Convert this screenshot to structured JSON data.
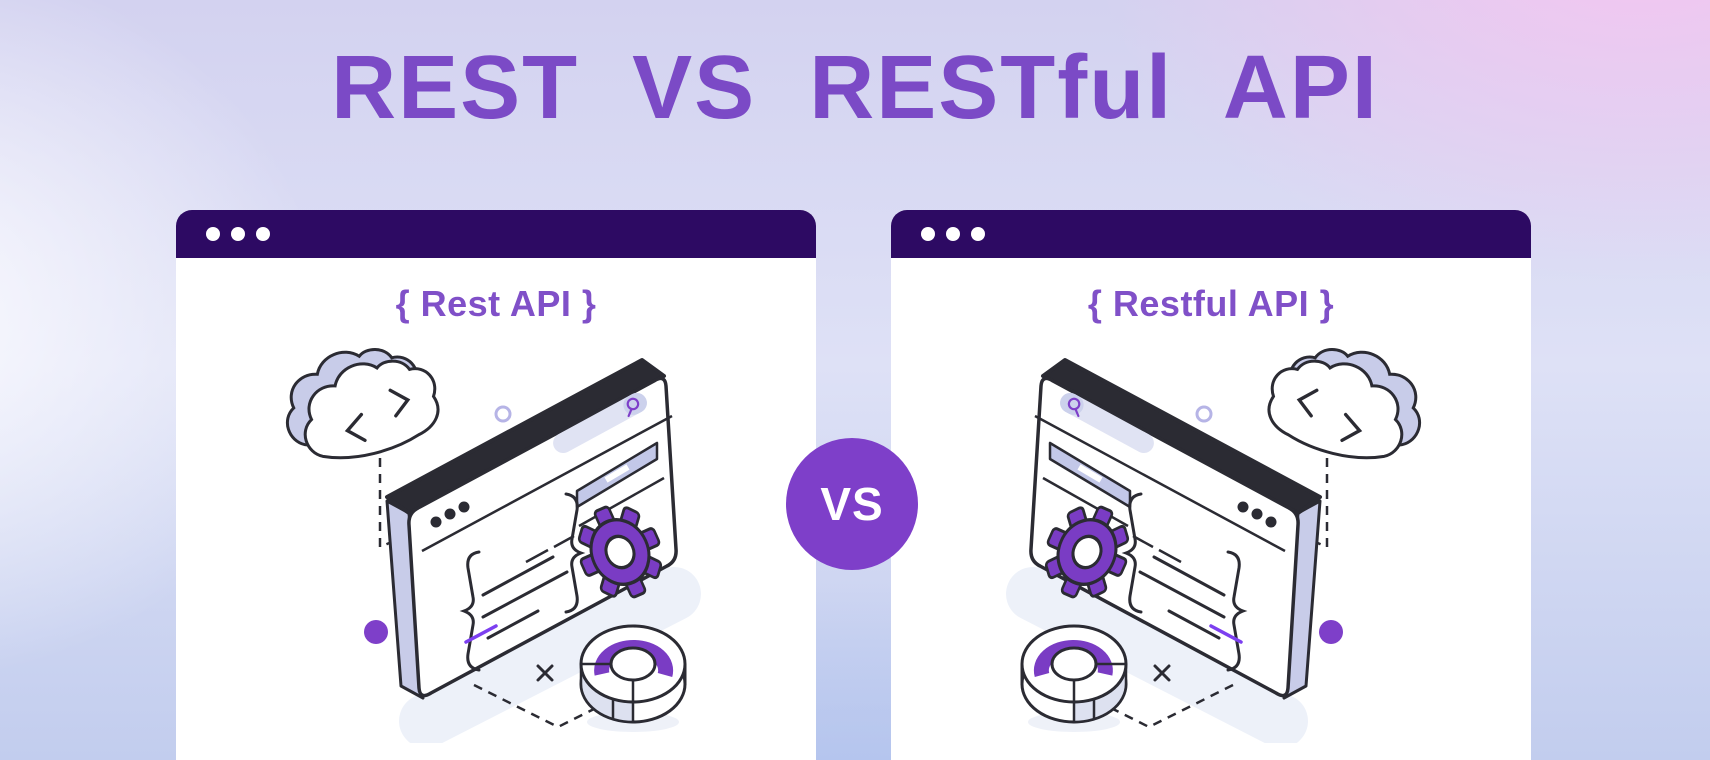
{
  "page_title": "REST VS RESTful API",
  "vs_badge": {
    "label": "VS"
  },
  "cards": [
    {
      "id": "rest",
      "heading": "{ Rest API }"
    },
    {
      "id": "restful",
      "heading": "{ Restful API }"
    }
  ],
  "window_controls": {
    "dot_count": 3,
    "dot_color": "#ffffff"
  },
  "colors": {
    "title_text": "#7b4ac6",
    "card_heading_text": "#8050c8",
    "window_titlebar": "#2d0a63",
    "vs_circle": "#7e3fc9",
    "illustration_purple": "#7a3cc4",
    "accent_violet_line": "#7c3ff0",
    "lavender_fill": "#c8cce9",
    "outline": "#2b2b33",
    "card_background": "#ffffff",
    "background_pink": "#f5c6f1",
    "background_lavender": "#d3d2f0",
    "background_blue": "#c2cdee"
  },
  "illustration": {
    "elements": [
      "cloud-code-icon",
      "browser-window-icon",
      "search-bar",
      "magnifier-icon",
      "gear-icon",
      "code-block-braces",
      "donut-chart-icon",
      "dashed-connector",
      "x-mark-icon",
      "accent-dots"
    ],
    "mirrored_on_right_card": true
  }
}
